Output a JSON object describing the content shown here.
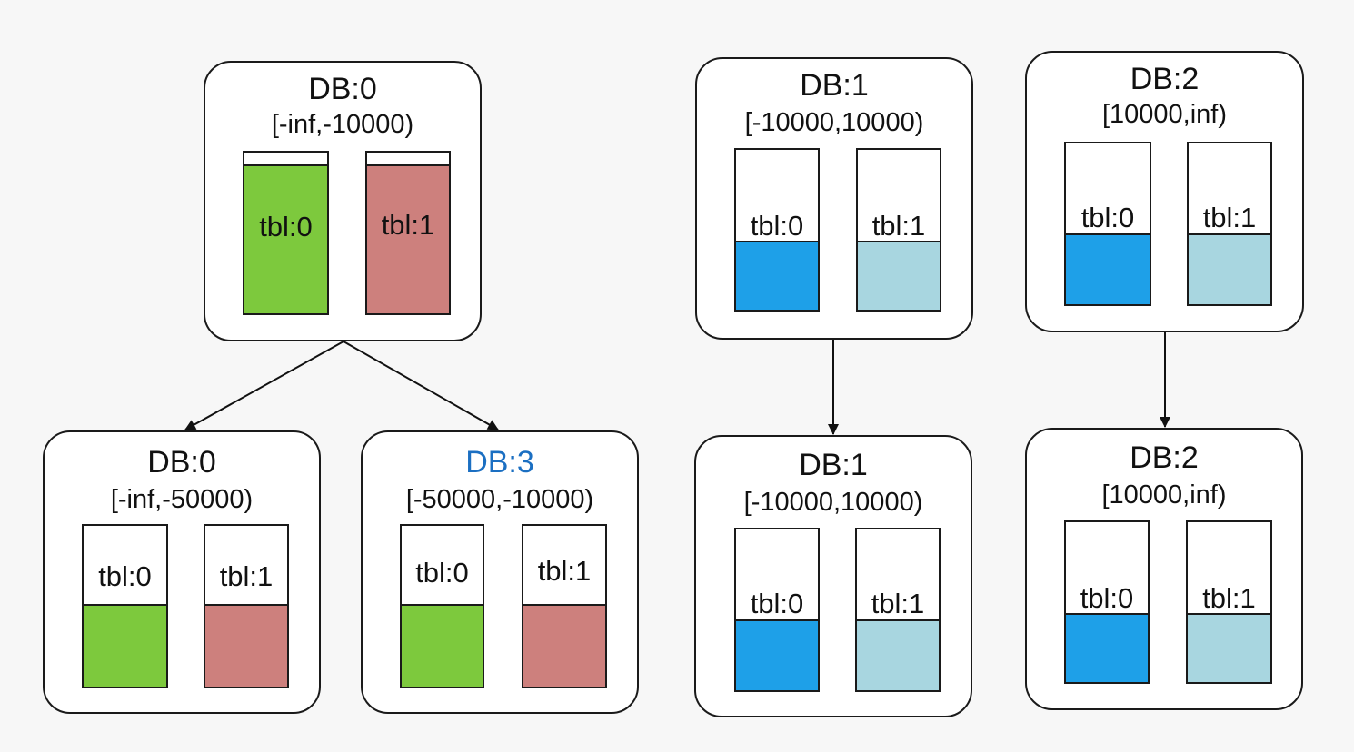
{
  "colors": {
    "green": "#7dc93d",
    "red": "#cd807d",
    "blue": "#1ea0e8",
    "light_blue": "#a8d6e0",
    "new_db_title": "#1b6fc2"
  },
  "db0_top": {
    "title": "DB:0",
    "range": "[-inf,-10000)",
    "tbl0": "tbl:0",
    "tbl1": "tbl:1"
  },
  "db0_bottom": {
    "title": "DB:0",
    "range": "[-inf,-50000)",
    "tbl0": "tbl:0",
    "tbl1": "tbl:1"
  },
  "db3_bottom": {
    "title": "DB:3",
    "range": "[-50000,-10000)",
    "tbl0": "tbl:0",
    "tbl1": "tbl:1"
  },
  "db1_top": {
    "title": "DB:1",
    "range": "[-10000,10000)",
    "tbl0": "tbl:0",
    "tbl1": "tbl:1"
  },
  "db1_bottom": {
    "title": "DB:1",
    "range": "[-10000,10000)",
    "tbl0": "tbl:0",
    "tbl1": "tbl:1"
  },
  "db2_top": {
    "title": "DB:2",
    "range": "[10000,inf)",
    "tbl0": "tbl:0",
    "tbl1": "tbl:1"
  },
  "db2_bottom": {
    "title": "DB:2",
    "range": "[10000,inf)",
    "tbl0": "tbl:0",
    "tbl1": "tbl:1"
  }
}
